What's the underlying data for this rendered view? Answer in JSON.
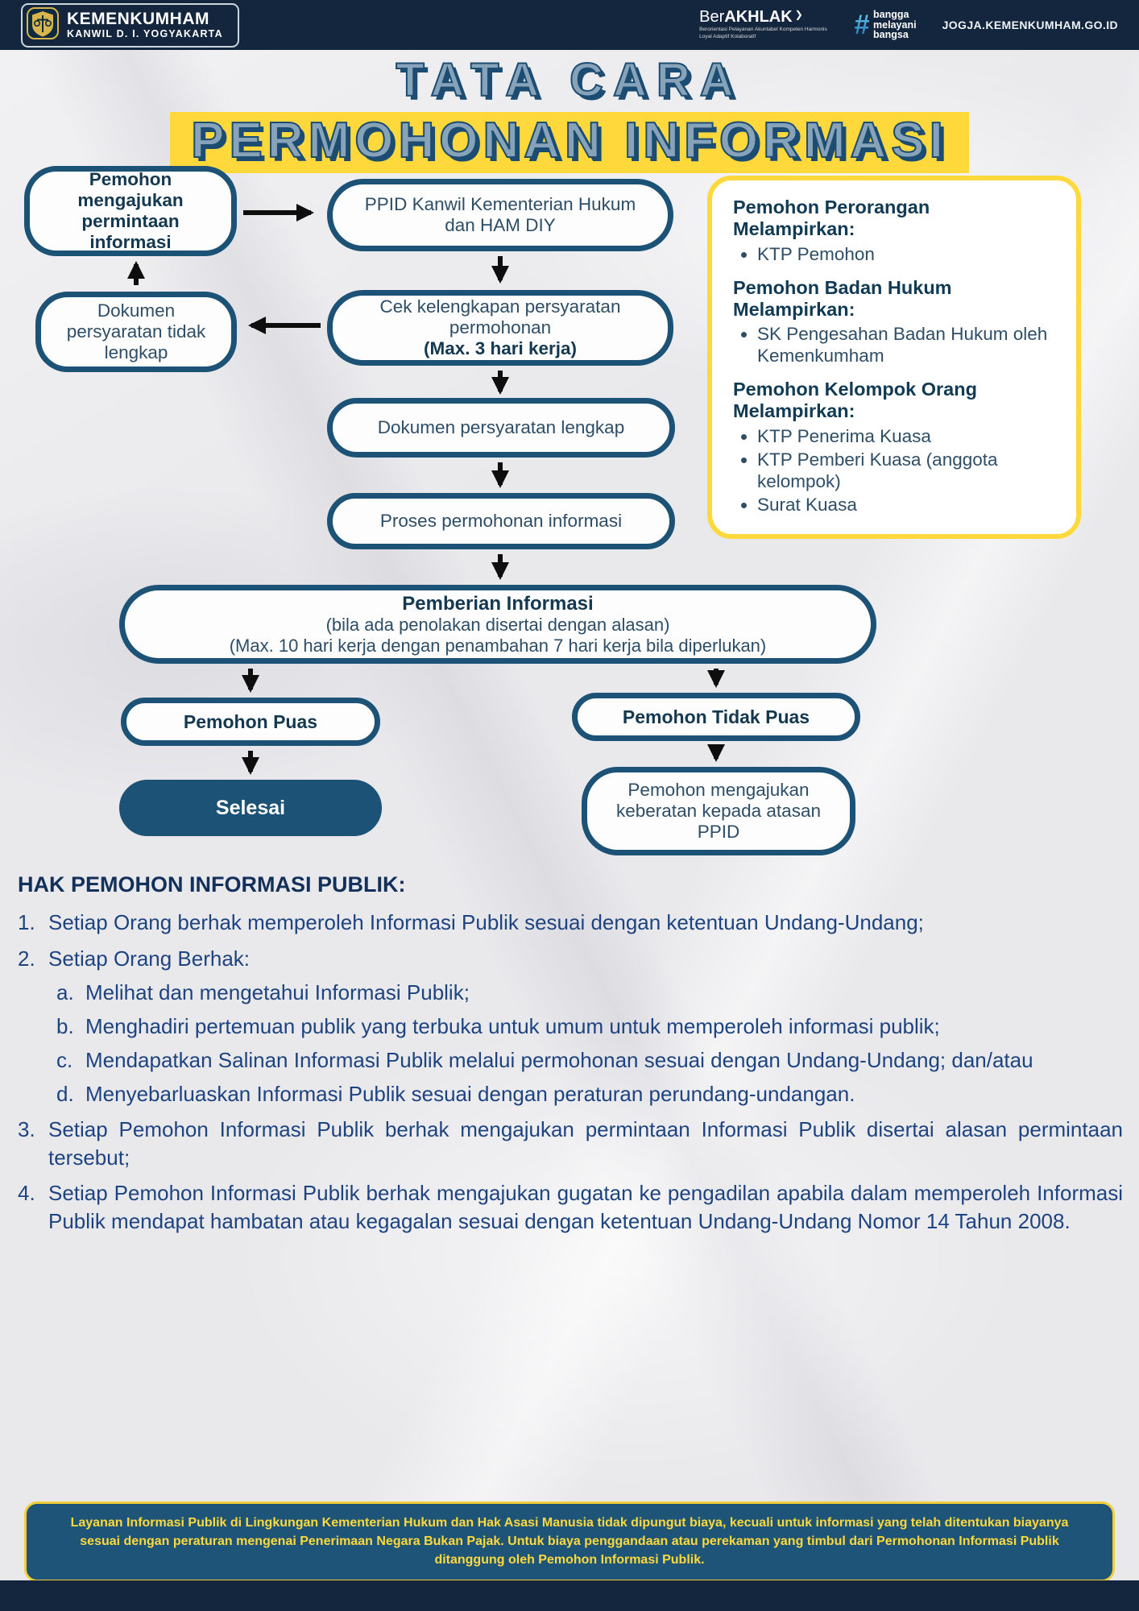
{
  "header": {
    "org_name": "KEMENKUMHAM",
    "org_sub": "KANWIL D. I. YOGYAKARTA",
    "berakhlak_prefix": "Ber",
    "berakhlak_main": "AKHLAK",
    "berakhlak_chevron": "❯",
    "berakhlak_tagline": "Berorientasi Pelayanan Akuntabel Kompeten Harmonis Loyal Adaptif Kolaboratif",
    "bangga_hash": "#",
    "bangga_words": [
      "bangga",
      "melayani",
      "bangsa"
    ],
    "website": "JOGJA.KEMENKUMHAM.GO.ID"
  },
  "title": {
    "line1": "TATA CARA",
    "line2": "PERMOHONAN INFORMASI"
  },
  "colors": {
    "navy_border": "#1b5276",
    "dark_navy": "#14263e",
    "yellow": "#ffd93c",
    "text_blue": "#1d4380"
  },
  "flow": {
    "start": "Pemohon mengajukan permintaan informasi",
    "ppid": "PPID Kanwil Kementerian Hukum dan HAM DIY",
    "cek_text": "Cek kelengkapan persyaratan permohonan",
    "cek_bold": "(Max. 3 hari kerja)",
    "tidak_lengkap": "Dokumen persyaratan tidak lengkap",
    "lengkap": "Dokumen persyaratan lengkap",
    "proses": "Proses permohonan informasi",
    "pemberian_title": "Pemberian Informasi",
    "pemberian_note1": "(bila ada penolakan disertai dengan alasan)",
    "pemberian_note2": "(Max. 10 hari kerja dengan penambahan 7 hari kerja bila diperlukan)",
    "puas": "Pemohon Puas",
    "tidak_puas": "Pemohon Tidak Puas",
    "selesai": "Selesai",
    "keberatan": "Pemohon mengajukan keberatan kepada atasan PPID"
  },
  "requirements": {
    "sections": [
      {
        "title": "Pemohon Perorangan Melampirkan:",
        "items": [
          "KTP Pemohon"
        ]
      },
      {
        "title": "Pemohon Badan Hukum Melampirkan:",
        "items": [
          "SK Pengesahan Badan Hukum oleh Kemenkumham"
        ]
      },
      {
        "title": "Pemohon Kelompok Orang Melampirkan:",
        "items": [
          "KTP Penerima Kuasa",
          "KTP Pemberi Kuasa (anggota kelompok)",
          "Surat Kuasa"
        ]
      }
    ]
  },
  "rights": {
    "heading": "HAK PEMOHON INFORMASI PUBLIK:",
    "items": [
      {
        "num": "1.",
        "text": "Setiap Orang berhak memperoleh Informasi Publik sesuai dengan ketentuan Undang-Undang;"
      },
      {
        "num": "2.",
        "text": "Setiap Orang Berhak:"
      },
      {
        "num": "3.",
        "text": "Setiap Pemohon Informasi Publik berhak mengajukan permintaan Informasi Publik disertai alasan permintaan tersebut;"
      },
      {
        "num": "4.",
        "text": "Setiap Pemohon Informasi Publik berhak mengajukan gugatan ke pengadilan apabila dalam memperoleh Informasi Publik mendapat hambatan atau kegagalan sesuai dengan ketentuan Undang-Undang Nomor 14 Tahun 2008."
      }
    ],
    "sub_items": [
      {
        "num": "a.",
        "text": "Melihat dan mengetahui Informasi Publik;"
      },
      {
        "num": "b.",
        "text": "Menghadiri pertemuan publik yang terbuka untuk umum untuk memperoleh informasi publik;"
      },
      {
        "num": "c.",
        "text": "Mendapatkan Salinan Informasi Publik melalui permohonan sesuai dengan Undang-Undang; dan/atau"
      },
      {
        "num": "d.",
        "text": "Menyebarluaskan Informasi Publik sesuai dengan peraturan perundang-undangan."
      }
    ]
  },
  "footer": {
    "text": "Layanan Informasi Publik di Lingkungan Kementerian Hukum dan Hak Asasi Manusia tidak dipungut biaya, kecuali untuk informasi yang telah ditentukan biayanya sesuai dengan peraturan mengenai Penerimaan Negara Bukan Pajak. Untuk biaya penggandaan atau perekaman yang timbul dari Permohonan Informasi Publik ditanggung oleh Pemohon Informasi Publik."
  }
}
